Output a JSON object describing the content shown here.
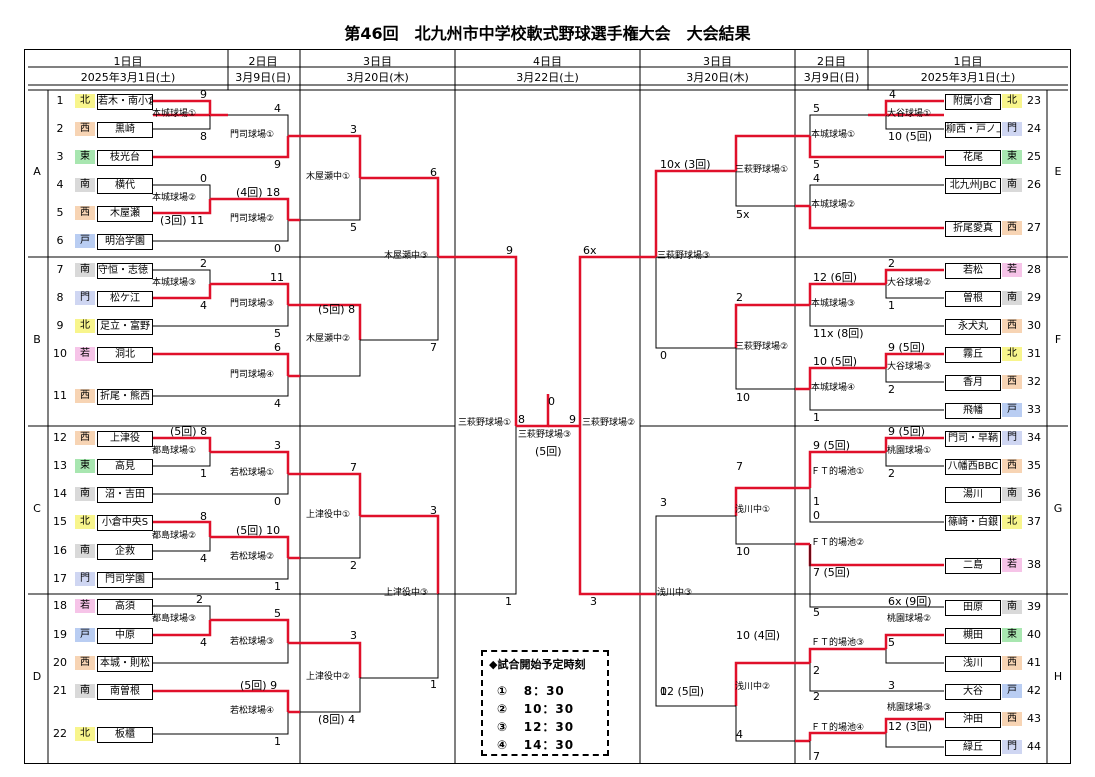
{
  "title": "第46回　北九州市中学校軟式野球選手権大会　大会結果",
  "headers": {
    "d1": "1日目",
    "d2": "2日目",
    "d3": "3日目",
    "d4": "4日目",
    "date1": "2025年3月1日(土)",
    "date2": "3月9日(日)",
    "date3": "3月20日(木)",
    "date4": "3月22日(土)"
  },
  "blocks": [
    "A",
    "B",
    "C",
    "D",
    "E",
    "F",
    "G",
    "H"
  ],
  "colors": {
    "north": "#f8f58c",
    "west": "#f7d4b4",
    "east": "#a8e6b0",
    "south": "#d9d9d9",
    "mon": "#cfd6f2",
    "to": "#b9cdf2",
    "waka": "#f6c4e8",
    "line": "#e0102a"
  },
  "teams": [
    {
      "no": "1",
      "region": "北",
      "name": "若木・南小倉"
    },
    {
      "no": "2",
      "region": "西",
      "name": "黒崎"
    },
    {
      "no": "3",
      "region": "東",
      "name": "枝光台"
    },
    {
      "no": "4",
      "region": "南",
      "name": "横代"
    },
    {
      "no": "5",
      "region": "西",
      "name": "木屋瀬"
    },
    {
      "no": "6",
      "region": "戸",
      "name": "明治学園"
    },
    {
      "no": "7",
      "region": "南",
      "name": "守恒・志徳・曽生"
    },
    {
      "no": "8",
      "region": "門",
      "name": "松ケ江"
    },
    {
      "no": "9",
      "region": "北",
      "name": "足立・富野"
    },
    {
      "no": "10",
      "region": "若",
      "name": "洞北"
    },
    {
      "no": "11",
      "region": "西",
      "name": "折尾・熊西"
    },
    {
      "no": "12",
      "region": "西",
      "name": "上津役"
    },
    {
      "no": "13",
      "region": "東",
      "name": "高見"
    },
    {
      "no": "14",
      "region": "南",
      "name": "沼・吉田"
    },
    {
      "no": "15",
      "region": "北",
      "name": "小倉中央S"
    },
    {
      "no": "16",
      "region": "南",
      "name": "企救"
    },
    {
      "no": "17",
      "region": "門",
      "name": "門司学園"
    },
    {
      "no": "18",
      "region": "若",
      "name": "高須"
    },
    {
      "no": "19",
      "region": "戸",
      "name": "中原"
    },
    {
      "no": "20",
      "region": "西",
      "name": "本城・則松"
    },
    {
      "no": "21",
      "region": "南",
      "name": "南曽根"
    },
    {
      "no": "22",
      "region": "北",
      "name": "板櫃"
    },
    {
      "no": "23",
      "region": "北",
      "name": "附属小倉"
    },
    {
      "no": "24",
      "region": "門",
      "name": "柳西・戸ノ上"
    },
    {
      "no": "25",
      "region": "東",
      "name": "花尾"
    },
    {
      "no": "26",
      "region": "南",
      "name": "北九州JBC"
    },
    {
      "no": "27",
      "region": "西",
      "name": "折尾愛真"
    },
    {
      "no": "28",
      "region": "若",
      "name": "若松"
    },
    {
      "no": "29",
      "region": "南",
      "name": "曽根"
    },
    {
      "no": "30",
      "region": "西",
      "name": "永犬丸"
    },
    {
      "no": "31",
      "region": "北",
      "name": "霧丘"
    },
    {
      "no": "32",
      "region": "西",
      "name": "香月"
    },
    {
      "no": "33",
      "region": "戸",
      "name": "飛幡"
    },
    {
      "no": "34",
      "region": "門",
      "name": "門司・早鞆"
    },
    {
      "no": "35",
      "region": "西",
      "name": "八幡西BBC"
    },
    {
      "no": "36",
      "region": "南",
      "name": "湯川"
    },
    {
      "no": "37",
      "region": "北",
      "name": "篠崎・白銀"
    },
    {
      "no": "38",
      "region": "若",
      "name": "二島"
    },
    {
      "no": "39",
      "region": "南",
      "name": "田原"
    },
    {
      "no": "40",
      "region": "東",
      "name": "槻田"
    },
    {
      "no": "41",
      "region": "西",
      "name": "浅川"
    },
    {
      "no": "42",
      "region": "戸",
      "name": "大谷"
    },
    {
      "no": "43",
      "region": "西",
      "name": "沖田"
    },
    {
      "no": "44",
      "region": "門",
      "name": "緑丘"
    }
  ],
  "venues": [
    "本城球場①",
    "門司球場①",
    "本城球場②",
    "門司球場②",
    "本城球場③",
    "門司球場③",
    "門司球場④",
    "都島球場①",
    "若松球場①",
    "都島球場②",
    "若松球場②",
    "都島球場③",
    "若松球場③",
    "若松球場④",
    "木屋瀬中①",
    "木屋瀬中②",
    "上津役中①",
    "上津役中②",
    "木屋瀬中③",
    "上津役中③",
    "三萩野球場①",
    "三萩野球場②",
    "三萩野球場③",
    "大谷球場①",
    "本城球場①",
    "三萩野球場①",
    "本城球場②",
    "大谷球場②",
    "本城球場③",
    "三萩野球場②",
    "大谷球場③",
    "本城球場④",
    "桃園球場①",
    "ＦＴ的場池①",
    "ＦＴ的場池②",
    "浅川中①",
    "桃園球場②",
    "ＦＴ的場池③",
    "桃園球場③",
    "ＦＴ的場池④",
    "浅川中②",
    "浅川中③",
    "三萩野球場③"
  ],
  "scores": [
    "9",
    "8",
    "4",
    "9",
    "0",
    "(4回) 18",
    "(3回) 11",
    "0",
    "2",
    "4",
    "11",
    "5",
    "6",
    "4",
    "(5回) 8",
    "3",
    "5",
    "6",
    "7",
    "9",
    "(5回) 8",
    "1",
    "3",
    "0",
    "8",
    "4",
    "(5回) 10",
    "1",
    "2",
    "4",
    "5",
    "3",
    "(5回) 9",
    "1",
    "7",
    "2",
    "1",
    "(8回) 4",
    "3",
    "1",
    "8",
    "0",
    "9",
    "(5回)",
    "3",
    "10 (5回)",
    "4",
    "5",
    "5",
    "4",
    "10x (3回)",
    "5x",
    "6x",
    "2",
    "1",
    "12 (6回)",
    "2",
    "11x (8回)",
    "9 (5回)",
    "2",
    "10 (5回)",
    "1",
    "0",
    "10",
    "9 (5回)",
    "2",
    "9 (5回)",
    "1",
    "0",
    "7 (5回)",
    "7",
    "10",
    "3",
    "5",
    "6x (9回)",
    "5",
    "2",
    "10 (4回)",
    "3",
    "12 (3回)",
    "2",
    "7",
    "4",
    "0",
    "12 (5回)",
    "3"
  ],
  "start_times": {
    "heading": "◆試合開始予定時刻",
    "rows": [
      {
        "mark": "①",
        "time": "8：30"
      },
      {
        "mark": "②",
        "time": "10：30"
      },
      {
        "mark": "③",
        "time": "12：30"
      },
      {
        "mark": "④",
        "time": "14：30"
      }
    ]
  }
}
